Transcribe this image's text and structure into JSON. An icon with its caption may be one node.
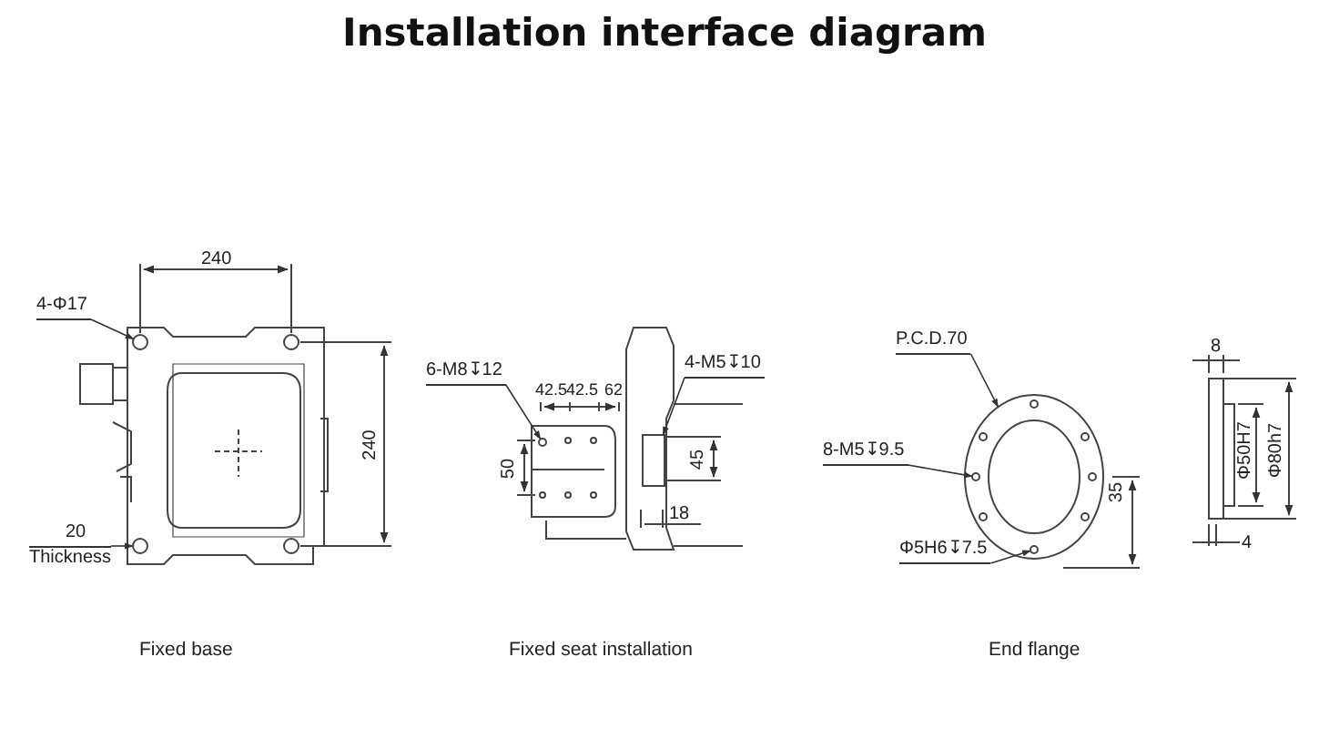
{
  "diagram": {
    "title": "Installation interface diagram",
    "nodes": [
      {
        "text": [
          "4-Φ17"
        ]
      },
      {
        "text": [
          "20",
          "Thickness"
        ]
      },
      {
        "text": [
          "6-M8↧12"
        ]
      },
      {
        "text": [
          "4-M5↧10"
        ]
      },
      {
        "text": [
          "P.C.D.70"
        ]
      },
      {
        "text": [
          "8-M5↧9.5"
        ]
      },
      {
        "text": [
          "Φ5H6↧7.5"
        ]
      },
      {
        "text": [],
        "shape": "circle"
      },
      {
        "text": [],
        "shape": "circle"
      },
      {
        "text": [],
        "shape": "circle"
      },
      {
        "text": [],
        "shape": "box"
      },
      {
        "text": [],
        "shape": "circle"
      },
      {
        "text": [],
        "shape": "circle",
        "in": 11
      },
      {
        "text": [],
        "shape": "circle",
        "in": 11
      }
    ],
    "edges": [
      {
        "from": 0,
        "to": 7,
        "arrow": "to"
      },
      {
        "from": 1,
        "to": 8,
        "arrow": "to"
      },
      {
        "from": 2,
        "to": 9,
        "arrow": "to"
      },
      {
        "from": 3,
        "to": 10,
        "arrow": "to"
      },
      {
        "from": 4,
        "to": 11,
        "arrow": "to"
      },
      {
        "from": 5,
        "to": 12,
        "arrow": "to"
      },
      {
        "from": 6,
        "to": 13,
        "arrow": "to"
      }
    ],
    "labels": [
      "240",
      "240",
      "42.5",
      "42.5",
      "62",
      "50",
      "45",
      "18",
      "35",
      "8",
      "Φ50H7",
      "Φ80h7",
      "4",
      "Fixed base",
      "Fixed seat installation",
      "End flange"
    ]
  }
}
